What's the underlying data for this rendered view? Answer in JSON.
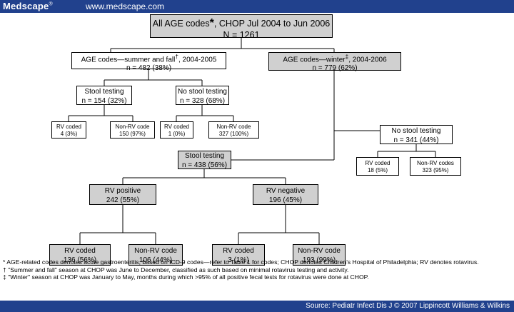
{
  "header": {
    "logo": "Medscape",
    "logo_mark": "®",
    "url": "www.medscape.com"
  },
  "footer": {
    "source": "Source: Pediatr Infect Dis J © 2007 Lippincott Williams & Wilkins"
  },
  "nodes": {
    "root": {
      "line1": "All AGE codes",
      "mark": "*",
      "line1b": ", CHOP Jul 2004 to Jun 2006",
      "line2": "N = 1261"
    },
    "summer": {
      "line1": "AGE codes—summer and fall",
      "mark": "†",
      "line1b": ", 2004-2005",
      "line2": "n = 482 (38%)"
    },
    "winter": {
      "line1": "AGE codes—winter",
      "mark": "‡",
      "line1b": ", 2004-2006",
      "line2": "n = 779 (62%)"
    },
    "s_stool": {
      "line1": "Stool testing",
      "line2": "n = 154 (32%)"
    },
    "s_nostool": {
      "line1": "No stool testing",
      "line2": "n = 328 (68%)"
    },
    "s_rv": {
      "line1": "RV coded",
      "line2": "4 (3%)"
    },
    "s_nonrv": {
      "line1": "Non-RV code",
      "line2": "150 (97%)"
    },
    "ns_rv": {
      "line1": "RV coded",
      "line2": "1 (0%)"
    },
    "ns_nonrv": {
      "line1": "Non-RV code",
      "line2": "327 (100%)"
    },
    "w_nostool": {
      "line1": "No stool testing",
      "line2": "n = 341 (44%)"
    },
    "w_ns_rv": {
      "line1": "RV coded",
      "line2": "18 (5%)"
    },
    "w_ns_nonrv": {
      "line1": "Non-RV codes",
      "line2": "323 (95%)"
    },
    "w_stool": {
      "line1": "Stool testing",
      "line2": "n = 438 (56%)"
    },
    "rv_pos": {
      "line1": "RV positive",
      "line2": "242 (55%)"
    },
    "rv_neg": {
      "line1": "RV negative",
      "line2": "196 (45%)"
    },
    "pos_rv": {
      "line1": "RV coded",
      "line2": "136 (56%)"
    },
    "pos_nonrv": {
      "line1": "Non-RV code",
      "line2": "106 (44%)"
    },
    "neg_rv": {
      "line1": "RV coded",
      "line2": "3 (1%)"
    },
    "neg_nonrv": {
      "line1": "Non-RV code",
      "line2": "193 (99%)"
    }
  },
  "footnotes": [
    "* AGE-related codes denotes acute gastroenteritis, based on ICD-9 codes—refer to Table 1 for codes; CHOP denotes Children's Hospital of Philadelphia; RV denotes rotavirus.",
    "† \"Summer and fall\" season at CHOP was June to December, classified as such based on minimal rotavirus testing and activity.",
    "‡ \"Winter\" season at CHOP was January to May, months during which >95% of all positive fecal tests for rotavirus were done at CHOP."
  ]
}
